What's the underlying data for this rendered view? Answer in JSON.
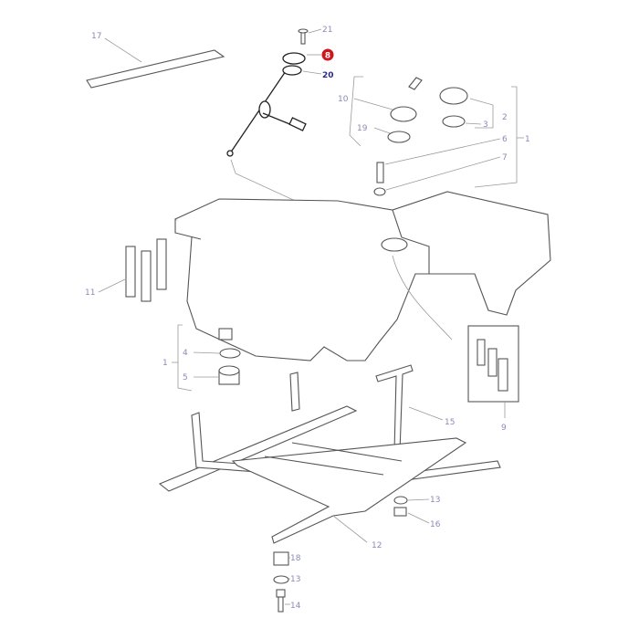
{
  "diagram": {
    "callouts": [
      {
        "id": "17",
        "text": "17"
      },
      {
        "id": "21",
        "text": "21"
      },
      {
        "id": "8",
        "text": "8",
        "highlighted": true
      },
      {
        "id": "20",
        "text": "20"
      },
      {
        "id": "10",
        "text": "10"
      },
      {
        "id": "19",
        "text": "19"
      },
      {
        "id": "2",
        "text": "2"
      },
      {
        "id": "3",
        "text": "3"
      },
      {
        "id": "6",
        "text": "6"
      },
      {
        "id": "1a",
        "text": "1"
      },
      {
        "id": "7",
        "text": "7"
      },
      {
        "id": "11",
        "text": "11"
      },
      {
        "id": "1b",
        "text": "1"
      },
      {
        "id": "4",
        "text": "4"
      },
      {
        "id": "5",
        "text": "5"
      },
      {
        "id": "9",
        "text": "9"
      },
      {
        "id": "15",
        "text": "15"
      },
      {
        "id": "13a",
        "text": "13"
      },
      {
        "id": "16",
        "text": "16"
      },
      {
        "id": "12",
        "text": "12"
      },
      {
        "id": "18",
        "text": "18"
      },
      {
        "id": "13b",
        "text": "13"
      },
      {
        "id": "14",
        "text": "14"
      }
    ],
    "colors": {
      "highlight": "#d0141e",
      "callout": "#8a8ab8",
      "selected_label": "#2a2a8a"
    }
  }
}
